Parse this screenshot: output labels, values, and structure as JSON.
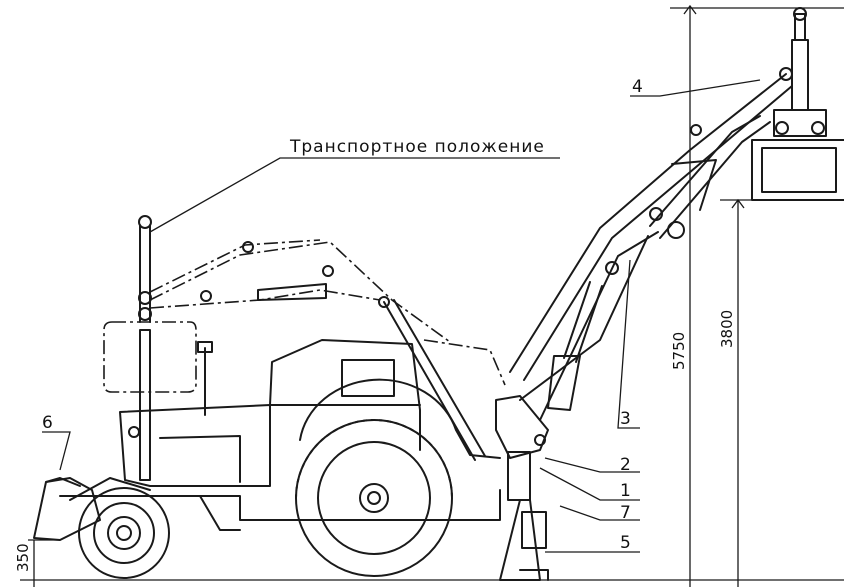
{
  "caption": "Транспортное положение",
  "callouts": [
    "1",
    "2",
    "3",
    "4",
    "5",
    "6",
    "7"
  ],
  "dimensions": {
    "total_height": "5750",
    "grab_height": "3800",
    "ground_clearance": "350"
  }
}
